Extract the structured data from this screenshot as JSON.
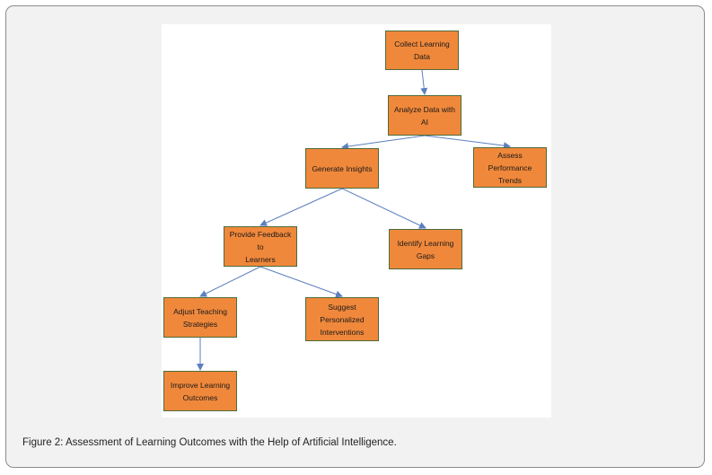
{
  "colors": {
    "node_fill": "#f0883b",
    "node_border": "#4d6b3a",
    "arrow": "#5b7fbf",
    "panel_bg": "#f2f2f2"
  },
  "nodes": {
    "collect": "Collect Learning\nData",
    "analyze": "Analyze Data with\nAI",
    "generate": "Generate Insights",
    "assess": "Assess Performance\nTrends",
    "feedback": "Provide Feedback to\nLearners",
    "gaps": "Identify Learning\nGaps",
    "adjust": "Adjust Teaching\nStrategies",
    "suggest": "Suggest\nPersonalized\nInterventions",
    "improve": "Improve Learning\nOutcomes"
  },
  "edges": [
    [
      "collect",
      "analyze"
    ],
    [
      "analyze",
      "generate"
    ],
    [
      "analyze",
      "assess"
    ],
    [
      "generate",
      "feedback"
    ],
    [
      "generate",
      "gaps"
    ],
    [
      "feedback",
      "adjust"
    ],
    [
      "feedback",
      "suggest"
    ],
    [
      "adjust",
      "improve"
    ]
  ],
  "caption": "Figure 2: Assessment of Learning Outcomes with the Help of Artificial Intelligence."
}
